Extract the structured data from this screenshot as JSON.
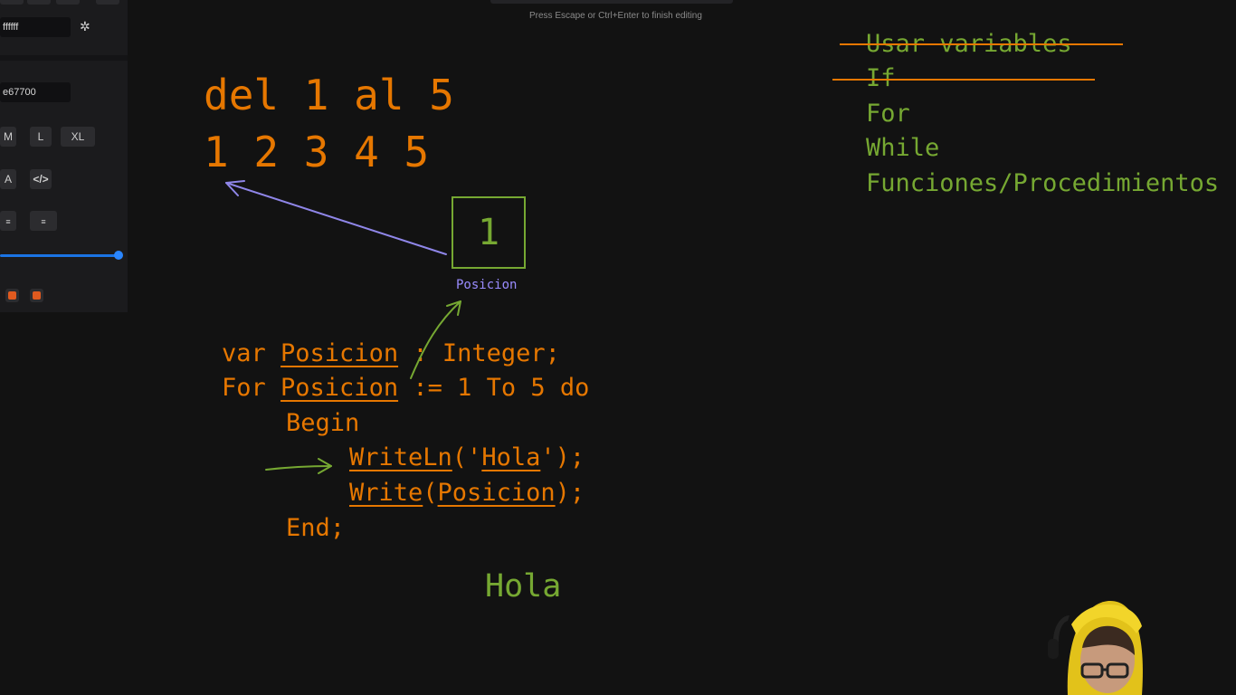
{
  "panel": {
    "stroke_hex": "ffffff",
    "background_hex": "e67700",
    "sizes": [
      "M",
      "L",
      "XL"
    ],
    "font_family_buttons": [
      "A",
      "</>"
    ]
  },
  "hint": "Press Escape or Ctrl+Enter to finish editing",
  "canvas": {
    "range_line": "del 1 al 5",
    "numbers_line": "1 2 3 4 5",
    "box_value": "1",
    "box_label": "Posicion",
    "code": {
      "line1_kw": "var ",
      "line1_var": "Posicion",
      "line1_rest": " : Integer;",
      "line2_kw": "For ",
      "line2_var": "Posicion",
      "line2_rest": " := 1 To 5 do",
      "line3": "Begin",
      "line4_fn": "WriteLn",
      "line4_open": "('",
      "line4_str": "Hola",
      "line4_close": "');",
      "line5_fn": "Write",
      "line5_open": "(",
      "line5_arg": "Posicion",
      "line5_close": ");",
      "line6": "End;"
    },
    "output": "Hola",
    "todo": [
      "Usar variables",
      "If",
      "For",
      "While",
      "Funciones/Procedimientos"
    ]
  },
  "colors": {
    "orange": "#e67700",
    "green": "#76a832",
    "purple": "#9a8cff",
    "accent_blue": "#1b74e4"
  }
}
